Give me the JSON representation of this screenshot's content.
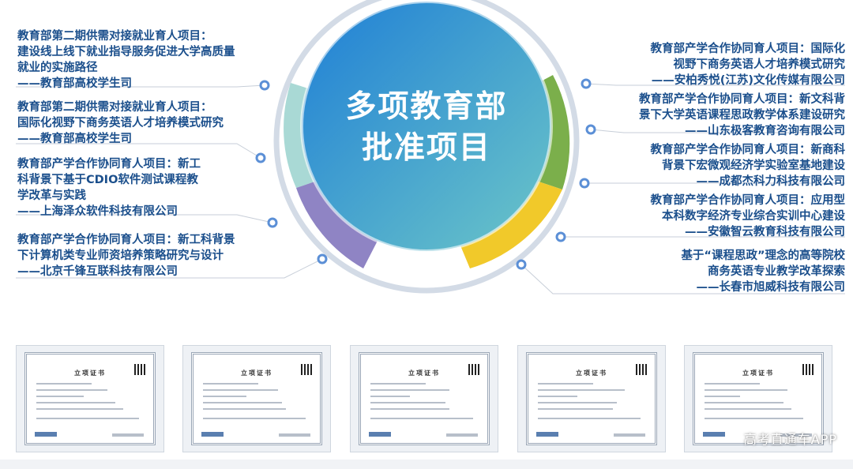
{
  "center": {
    "line1": "多项教育部",
    "line2": "批准项目"
  },
  "left_projects": [
    {
      "title": "教育部第二期供需对接就业育人项目：\n建设线上线下就业指导服务促进大学高质量\n就业的实施路径",
      "org": "——教育部高校学生司"
    },
    {
      "title": "教育部第二期供需对接就业育人项目：\n国际化视野下商务英语人才培养模式研究",
      "org": "——教育部高校学生司"
    },
    {
      "title": "教育部产学合作协同育人项目：新工\n科背景下基于CDIO软件测试课程教\n学改革与实践",
      "org": "——上海泽众软件科技有限公司"
    },
    {
      "title": "教育部产学合作协同育人项目：新工科背景\n下计算机类专业师资培养策略研究与设计",
      "org": "——北京千锋互联科技有限公司"
    }
  ],
  "right_projects": [
    {
      "title": "教育部产学合作协同育人项目：国际化\n视野下商务英语人才培养模式研究",
      "org": "——安柏秀悦(江苏)文化传媒有限公司"
    },
    {
      "title": "教育部产学合作协同育人项目：新文科背\n景下大学英语课程思政教学体系建设研究",
      "org": "——山东极客教育咨询有限公司"
    },
    {
      "title": "教育部产学合作协同育人项目：新商科\n背景下宏微观经济学实验室基地建设",
      "org": "——成都杰科力科技有限公司"
    },
    {
      "title": "教育部产学合作协同育人项目：应用型\n本科数字经济专业综合实训中心建设",
      "org": "——安徽智云教育科技有限公司"
    },
    {
      "title": "基于“课程思政”理念的高等院校\n商务英语专业教学改革探索",
      "org": "——长春市旭威科技有限公司"
    }
  ],
  "certificates": [
    {
      "title": "立项证书"
    },
    {
      "title": "立项证书"
    },
    {
      "title": "立项证书"
    },
    {
      "title": "立项证书"
    },
    {
      "title": "立项证书"
    }
  ],
  "watermark": "高考直通车APP",
  "colors": {
    "text": "#1b4f8c",
    "circle_from": "#2f8fd8",
    "circle_to": "#7cc8c6",
    "ring": "#cfd8e3",
    "seg_teal": "#a8d8d4",
    "seg_purple": "#8e83c3",
    "seg_green": "#7cae4c",
    "seg_yellow": "#f2cb2c",
    "dot": "#5b8fd6"
  }
}
